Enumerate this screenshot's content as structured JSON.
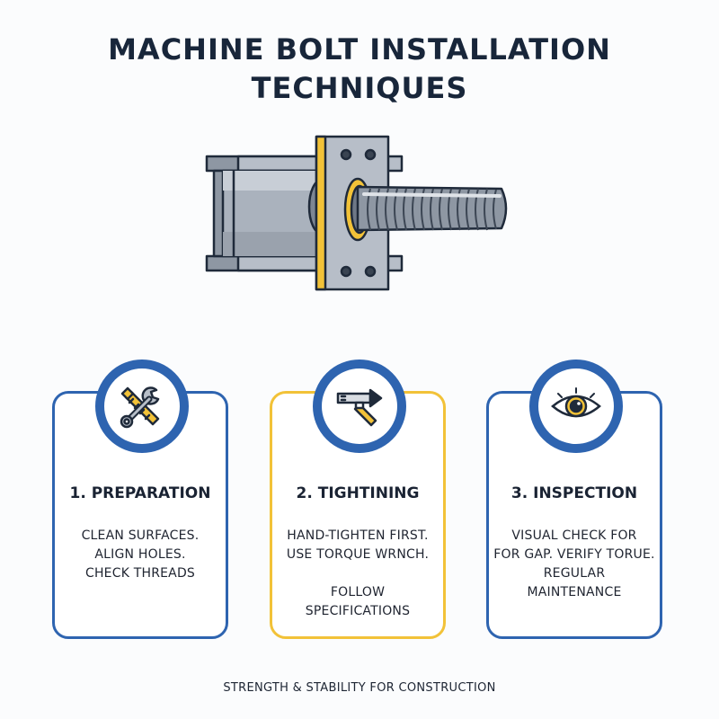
{
  "title": {
    "line1": "MACHINE BOLT INSTALLATION",
    "line2": "TECHNIQUES"
  },
  "steps": [
    {
      "title": "1. PREPARATION",
      "icon": "wrench-and-bolt-icon",
      "lines": [
        "CLEAN SURFACES.",
        "ALIGN HOLES.",
        "CHECK THREADS"
      ]
    },
    {
      "title": "2. TIGHTINING",
      "icon": "torque-wrench-icon",
      "lines": [
        "HAND-TIGHTEN FIRST.",
        "USE TORQUE WRNCH.",
        "FOLLOW",
        "SPECIFICATIONS"
      ]
    },
    {
      "title": "3. INSPECTION",
      "icon": "eye-icon",
      "lines": [
        "VISUAL CHECK FOR",
        "FOR GAP. VERIFY TORUE.",
        "REGULAR",
        "MAINTENANCE"
      ]
    }
  ],
  "footer": "STRENGTH & STABILITY FOR CONSTRUCTION",
  "colors": {
    "navy": "#18263a",
    "blue": "#2e64b0",
    "yellow": "#f2c238",
    "steel": "#8e97a3",
    "light_steel": "#b7bec8"
  },
  "illustration": "machine-bolt-through-bracket-illustration"
}
